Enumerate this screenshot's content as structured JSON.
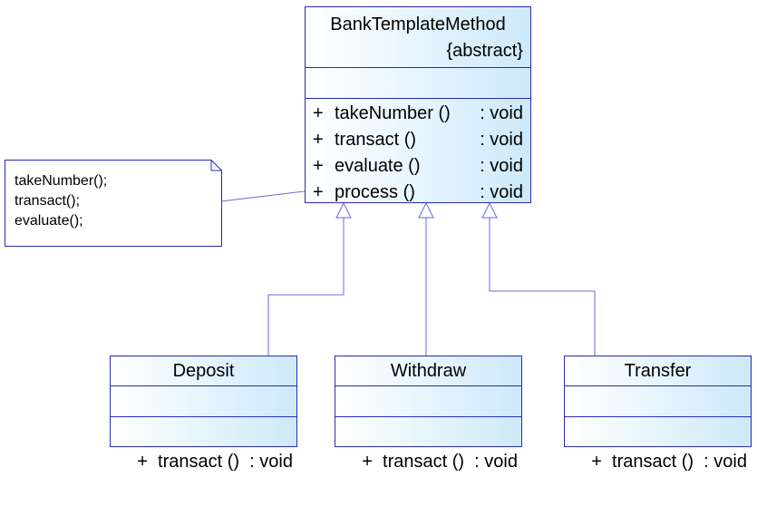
{
  "abstract_class": {
    "name": "BankTemplateMethod",
    "stereotype": "{abstract}",
    "operations": [
      {
        "visibility": "+",
        "name": "takeNumber ()",
        "type": ": void"
      },
      {
        "visibility": "+",
        "name": "transact ()",
        "type": ": void"
      },
      {
        "visibility": "+",
        "name": "evaluate ()",
        "type": ": void"
      },
      {
        "visibility": "+",
        "name": "process ()",
        "type": ": void"
      }
    ]
  },
  "note": {
    "lines": [
      "takeNumber();",
      "transact();",
      "evaluate();"
    ]
  },
  "subclasses": [
    {
      "name": "Deposit",
      "operation": "+  transact ()  : void"
    },
    {
      "name": "Withdraw",
      "operation": "+  transact ()  : void"
    },
    {
      "name": "Transfer",
      "operation": "+  transact ()  : void"
    }
  ],
  "colors": {
    "border": "#2a2ab0",
    "connector": "#6a6ae0",
    "fill_light": "#eef8ff",
    "fill_dark": "#cde9fa"
  }
}
